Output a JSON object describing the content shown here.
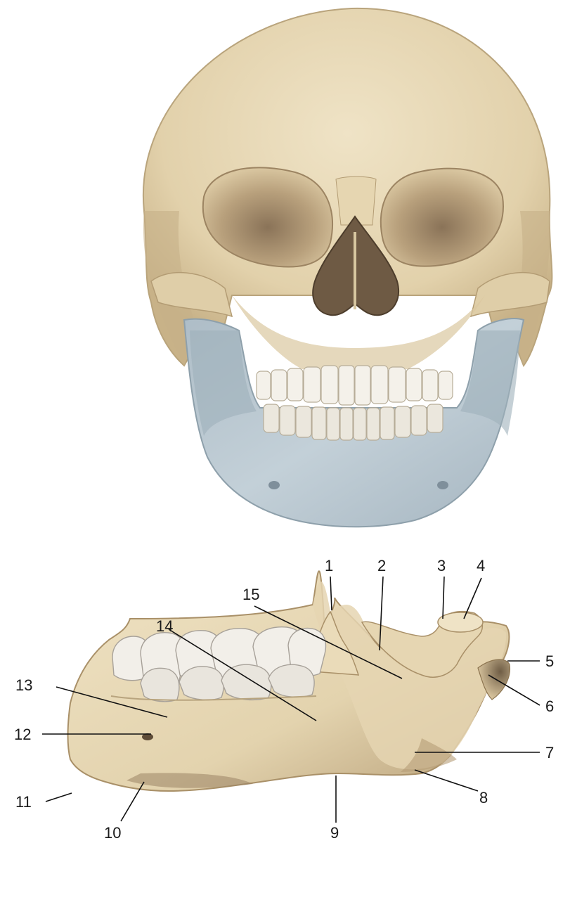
{
  "figure": {
    "labels": [
      {
        "id": "1",
        "text": "1"
      },
      {
        "id": "2",
        "text": "2"
      },
      {
        "id": "3",
        "text": "3"
      },
      {
        "id": "4",
        "text": "4"
      },
      {
        "id": "5",
        "text": "5"
      },
      {
        "id": "6",
        "text": "6"
      },
      {
        "id": "7",
        "text": "7"
      },
      {
        "id": "8",
        "text": "8"
      },
      {
        "id": "9",
        "text": "9"
      },
      {
        "id": "10",
        "text": "10"
      },
      {
        "id": "11",
        "text": "11"
      },
      {
        "id": "12",
        "text": "12"
      },
      {
        "id": "13",
        "text": "13"
      },
      {
        "id": "14",
        "text": "14"
      },
      {
        "id": "15",
        "text": "15"
      }
    ],
    "colors": {
      "bone": "#e8d9b8",
      "bone_shade": "#c9b48d",
      "mandible_highlight": "#b9c6cf",
      "teeth": "#f4f1ea",
      "cavity": "#6e5a44",
      "background": "#ffffff"
    }
  }
}
